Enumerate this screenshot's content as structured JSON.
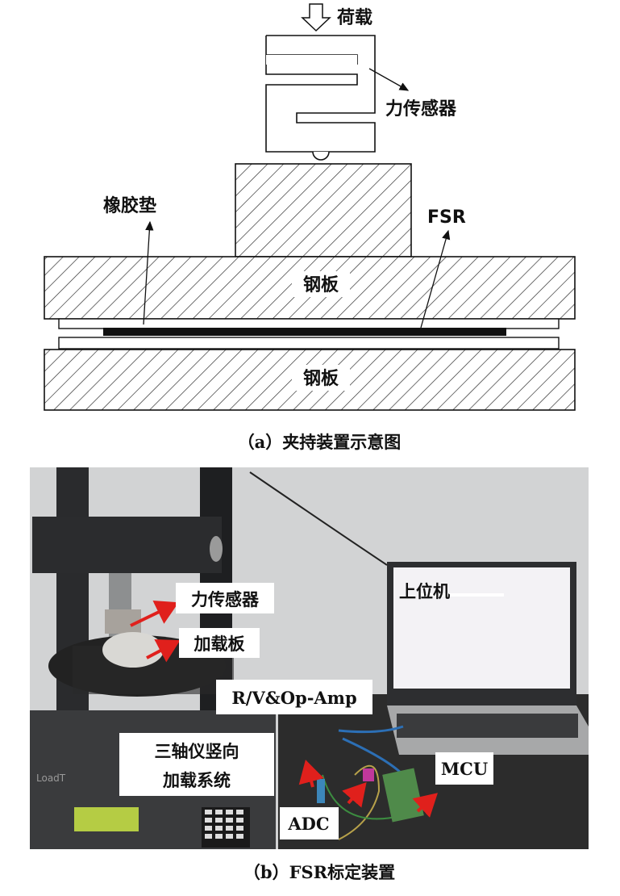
{
  "diagram_a": {
    "load_label": "荷载",
    "force_sensor_label": "力传感器",
    "rubber_pad_label": "橡胶垫",
    "fsr_label": "FSR",
    "steel_plate_upper_label": "钢板",
    "steel_plate_lower_label": "钢板",
    "caption": "（a）夹持装置示意图"
  },
  "photo_b": {
    "force_sensor_label": "力传感器",
    "loading_plate_label": "加载板",
    "rv_opamp_label": "R/V&Op-Amp",
    "triaxial_line1": "三轴仪竖向",
    "triaxial_line2": "加载系统",
    "adc_label": "ADC",
    "mcu_label": "MCU",
    "host_pc_label": "上位机",
    "machine_brand": "LoadT",
    "arrow_color": "#e0201c",
    "caption": "（b）FSR标定装置"
  }
}
